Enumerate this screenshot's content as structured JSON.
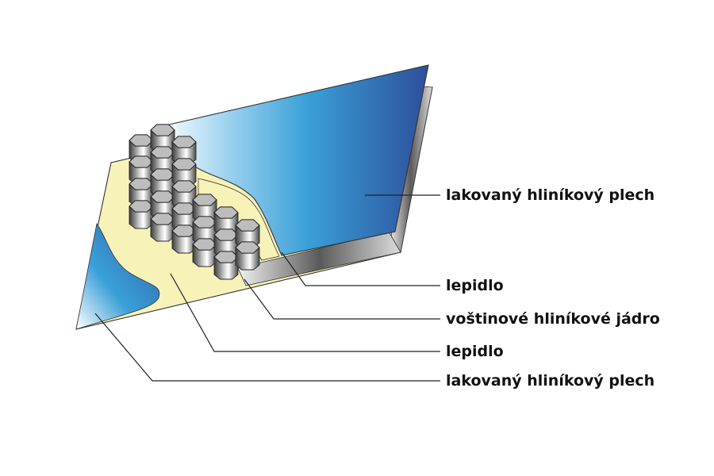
{
  "labels": {
    "top_sheet": "lakovaný hliníkový plech",
    "top_adhesive": "lepidlo",
    "core": "voštinové hliníkové jádro",
    "bottom_adhesive": "lepidlo",
    "bottom_sheet": "lakovaný hliníkový plech"
  },
  "colors": {
    "sheet_blue_dark": "#2d4f9a",
    "sheet_blue_light": "#3aa0d8",
    "adhesive_yellow": "#f7f2b8",
    "core_grey": "#7a7a7a",
    "line": "#222222"
  }
}
